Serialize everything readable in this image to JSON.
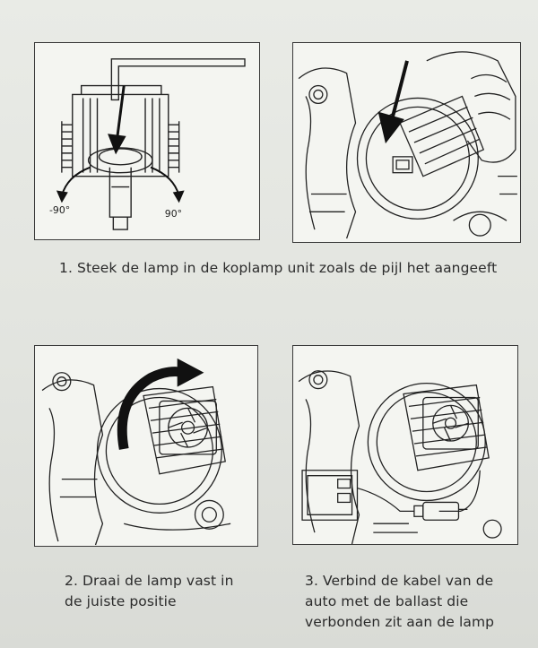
{
  "captions": {
    "step1": "1. Steek de lamp in de koplamp unit zoals de pijl het aangeeft",
    "step2_lines": [
      "2. Draai de lamp vast in",
      "de juiste positie"
    ],
    "step3_lines": [
      "3. Verbind de kabel van de",
      "auto met de ballast die",
      "verbonden zit aan de lamp"
    ]
  },
  "figure1": {
    "angle_left": "-90°",
    "angle_right": "90°"
  },
  "icons": {
    "panel1": "bulb-insertion-diagram-icon",
    "panel2": "headlight-insert-arrow-icon",
    "panel3": "rotate-lock-arrow-icon",
    "panel4": "ballast-connection-icon"
  },
  "colors": {
    "background": "#e6e8e3",
    "panel": "#f4f5f1",
    "ink": "#2a2a2a"
  }
}
